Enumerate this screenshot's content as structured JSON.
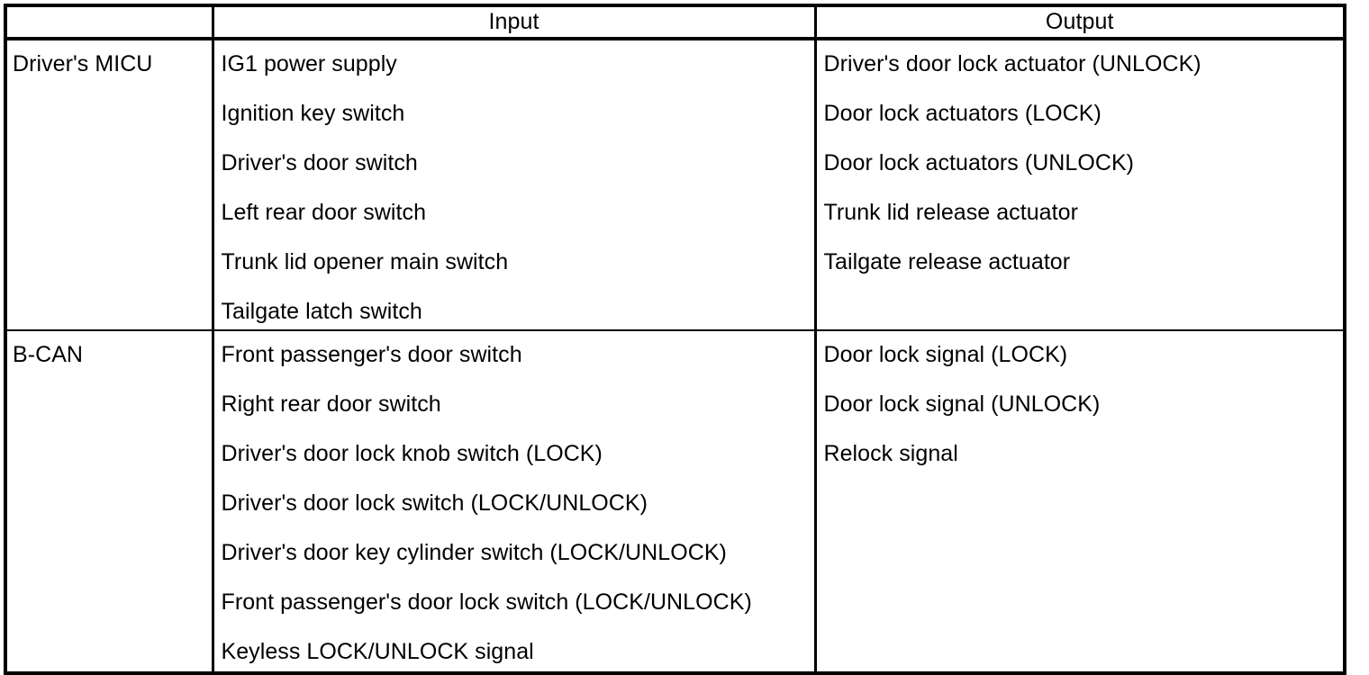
{
  "table": {
    "headers": {
      "module_column": "",
      "input_column": "Input",
      "output_column": "Output"
    },
    "rows": [
      {
        "module": "Driver's MICU",
        "inputs": [
          "IG1 power supply",
          "Ignition key switch",
          "Driver's door switch",
          "Left rear door switch",
          "Trunk lid opener main switch",
          "Tailgate latch switch"
        ],
        "outputs": [
          "Driver's door lock actuator (UNLOCK)",
          "Door lock actuators (LOCK)",
          "Door lock actuators (UNLOCK)",
          "Trunk lid release actuator",
          "Tailgate release actuator"
        ]
      },
      {
        "module": "B-CAN",
        "inputs": [
          "Front passenger's door switch",
          "Right rear door switch",
          "Driver's door lock knob switch (LOCK)",
          "Driver's door lock switch (LOCK/UNLOCK)",
          "Driver's door key cylinder switch (LOCK/UNLOCK)",
          "Front passenger's door lock switch (LOCK/UNLOCK)",
          "Keyless LOCK/UNLOCK signal"
        ],
        "outputs": [
          "Door lock signal (LOCK)",
          "Door lock signal (UNLOCK)",
          "Relock signal"
        ]
      }
    ]
  },
  "colors": {
    "border": "#000000",
    "text": "#000000",
    "background": "#ffffff"
  }
}
